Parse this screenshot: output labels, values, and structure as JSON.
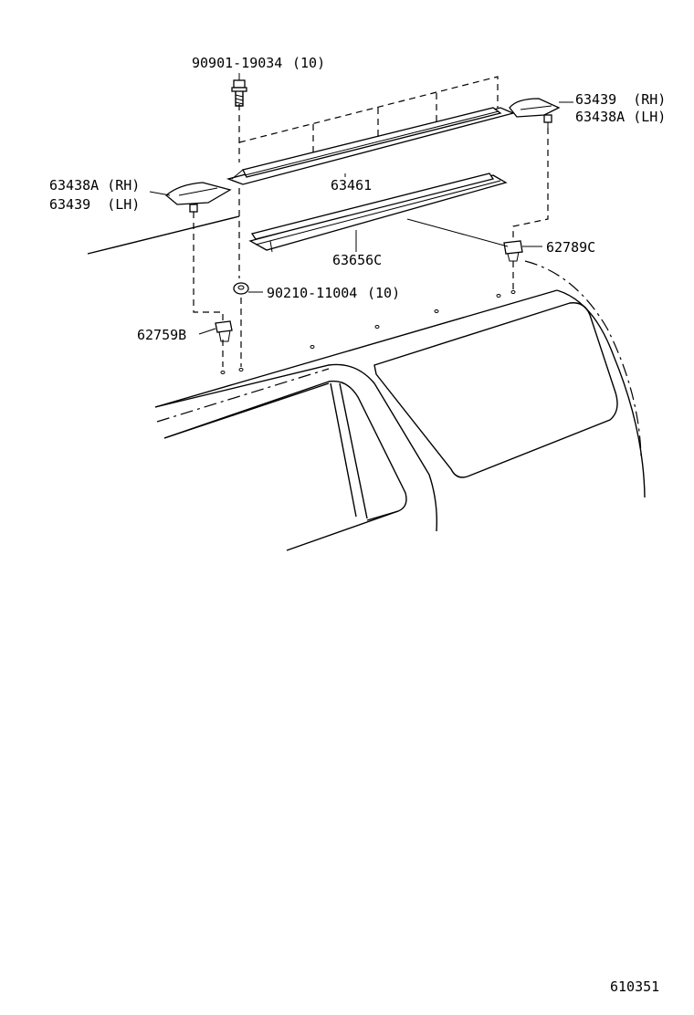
{
  "diagram_id": "610351",
  "parts": {
    "bolt": {
      "number": "90901-19034",
      "qty": "(10)"
    },
    "cover_right_top": {
      "line1": "63439  (RH)",
      "line2": "63438A (LH)"
    },
    "cover_left": {
      "line1": "63438A (RH)",
      "line2": "63439  (LH)"
    },
    "rail": {
      "number": "63461"
    },
    "gutter": {
      "number": "63656C"
    },
    "clip_right": {
      "number": "62789C"
    },
    "nut": {
      "number": "90210-11004",
      "qty": "(10)"
    },
    "clip_left": {
      "number": "62759B"
    }
  }
}
